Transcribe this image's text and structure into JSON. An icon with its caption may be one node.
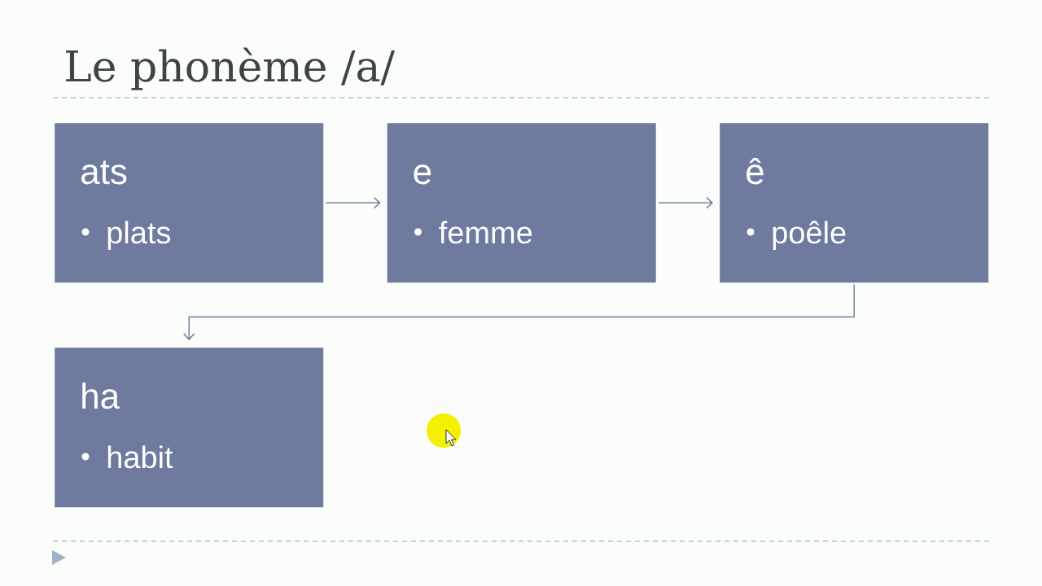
{
  "diagram": {
    "title": "Le phonème /a/",
    "nodes": [
      {
        "text": [
          "ats",
          "plats"
        ]
      },
      {
        "text": [
          "e",
          "femme"
        ]
      },
      {
        "text": [
          "ê",
          "poêle"
        ]
      },
      {
        "text": [
          "ha",
          "habit"
        ]
      }
    ],
    "edges": [
      {
        "from": 0,
        "to": 1,
        "arrow": "to"
      },
      {
        "from": 1,
        "to": 2,
        "arrow": "to"
      },
      {
        "from": 2,
        "to": 3,
        "arrow": "to"
      }
    ]
  }
}
